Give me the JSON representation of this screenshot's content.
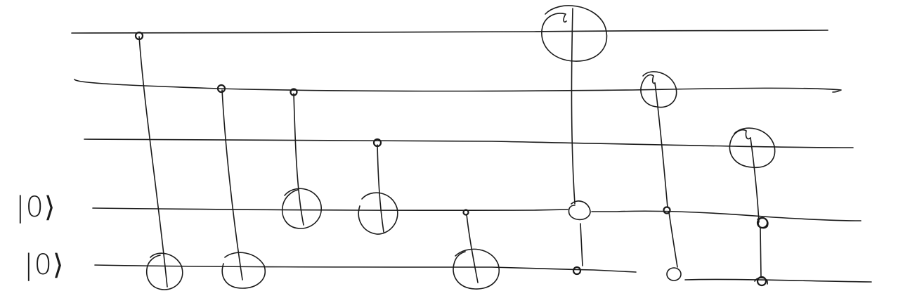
{
  "inputs": [
    {
      "wire": 4,
      "label": "|0⟩"
    },
    {
      "wire": 5,
      "label": "|0⟩"
    }
  ],
  "wire_count": 5,
  "gates": [
    {
      "type": "cnot",
      "control_wire": 1,
      "target_wire": 5
    },
    {
      "type": "cnot",
      "control_wire": 2,
      "target_wire": 5
    },
    {
      "type": "cnot",
      "control_wire": 2,
      "target_wire": 4
    },
    {
      "type": "cnot",
      "control_wire": 3,
      "target_wire": 4
    },
    {
      "type": "cnot",
      "control_wire": 4,
      "target_wire": 5
    },
    {
      "type": "controlled",
      "control_wires": [
        5
      ],
      "target_wire": 1,
      "open_controls": [
        4
      ]
    },
    {
      "type": "controlled",
      "control_wires": [
        4
      ],
      "target_wire": 2,
      "open_controls": [
        5
      ]
    },
    {
      "type": "controlled",
      "control_wires": [
        4,
        5
      ],
      "target_wire": 3,
      "open_controls": []
    }
  ]
}
